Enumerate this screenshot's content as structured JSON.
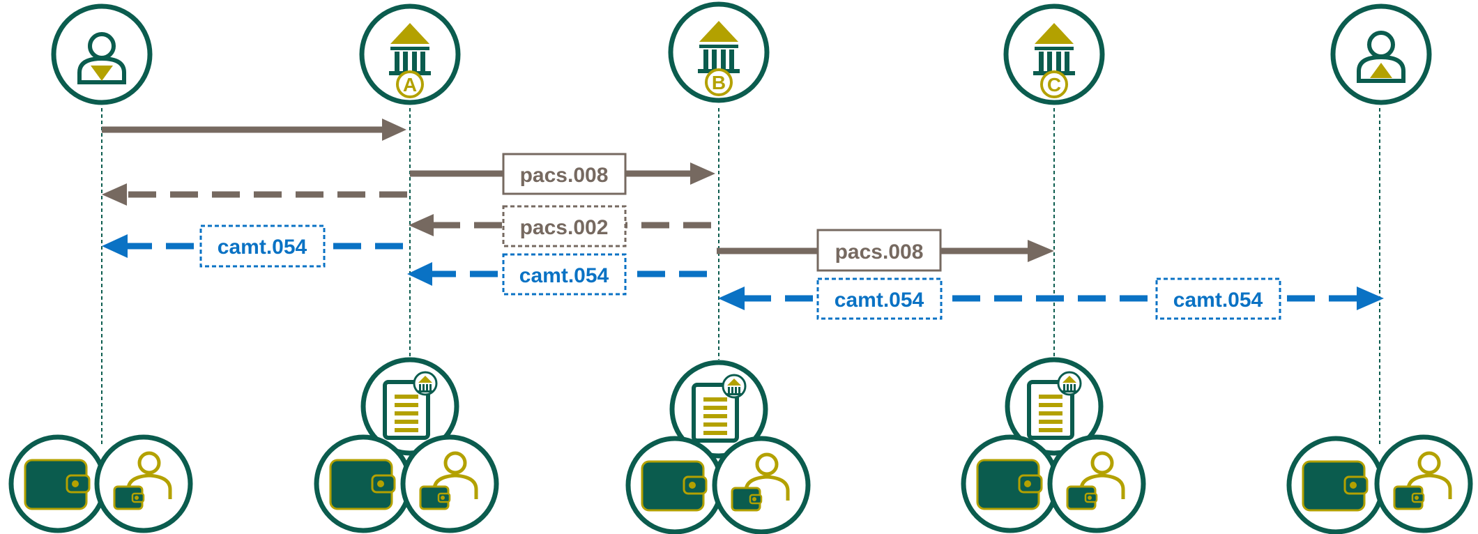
{
  "colors": {
    "teal": "#0b5c4e",
    "gold": "#b3a100",
    "grey": "#766960",
    "blue": "#0a72c4",
    "bg": "#ffffff"
  },
  "participants": [
    {
      "id": "debtor",
      "icon": "person-down-arrow-icon"
    },
    {
      "id": "bank-a",
      "icon": "bank-icon",
      "letter": "A"
    },
    {
      "id": "bank-b",
      "icon": "bank-icon",
      "letter": "B"
    },
    {
      "id": "bank-c",
      "icon": "bank-icon",
      "letter": "C"
    },
    {
      "id": "creditor",
      "icon": "person-up-arrow-icon"
    }
  ],
  "messages": {
    "m1": "",
    "m2": "pacs.008",
    "m3": "",
    "m4": "pacs.002",
    "m5": "camt.054",
    "m6": "camt.054",
    "m7": "pacs.008",
    "m8": "camt.054",
    "m9": "camt.054"
  },
  "bottom_icons": {
    "account": "wallet-icon",
    "holder": "person-wallet-icon",
    "ledger": "document-bank-icon"
  }
}
